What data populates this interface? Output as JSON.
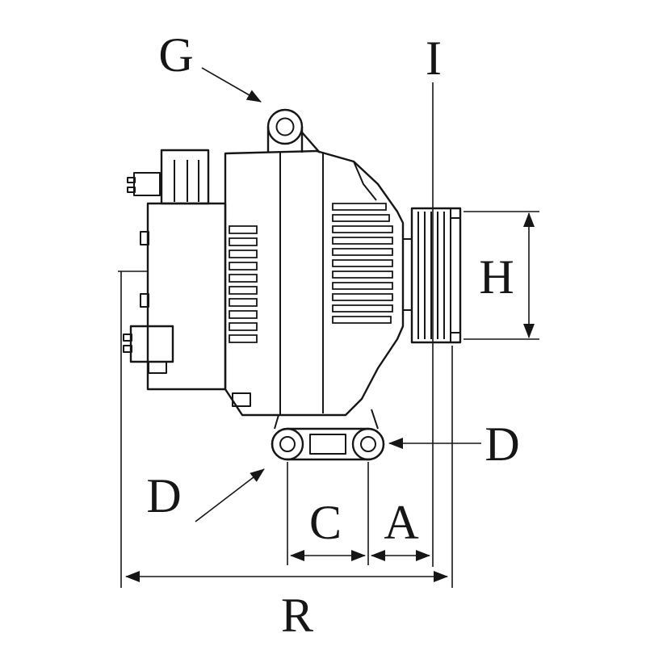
{
  "colors": {
    "background": "#ffffff",
    "line": "#161616"
  },
  "labels": {
    "g": "G",
    "i": "I",
    "h": "H",
    "d_right": "D",
    "d_left": "D",
    "c": "C",
    "a": "A",
    "r": "R"
  }
}
